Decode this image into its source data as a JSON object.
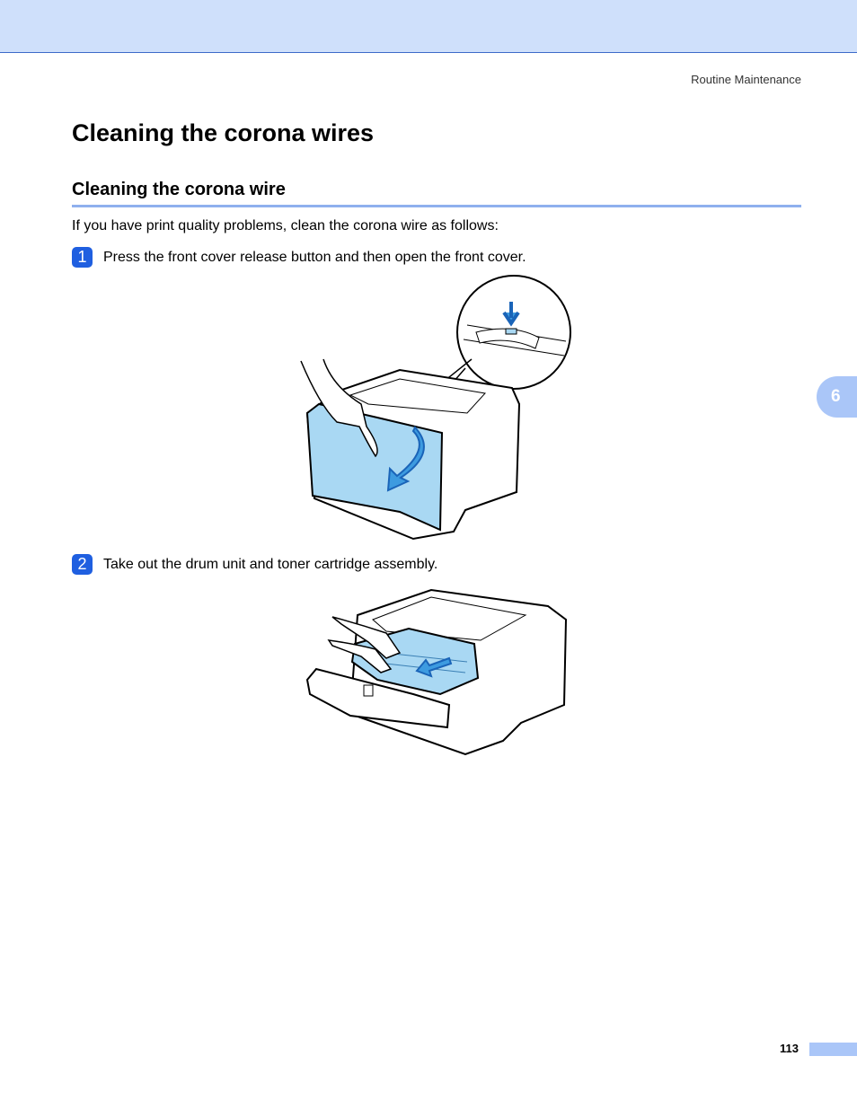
{
  "header": {
    "running_title": "Routine Maintenance"
  },
  "main": {
    "section_title": "Cleaning the corona wires",
    "subsection_title": "Cleaning the corona wire",
    "intro": "If you have print quality problems, clean the corona wire as follows:",
    "steps": [
      {
        "number": "1",
        "text": "Press the front cover release button and then open the front cover."
      },
      {
        "number": "2",
        "text": "Take out the drum unit and toner cartridge assembly."
      }
    ]
  },
  "side_tab": {
    "chapter": "6"
  },
  "footer": {
    "page_number": "113"
  },
  "colors": {
    "band": "#cfe0fb",
    "accent_blue": "#1f5fe0",
    "illustration_blue": "#a9d8f3"
  }
}
